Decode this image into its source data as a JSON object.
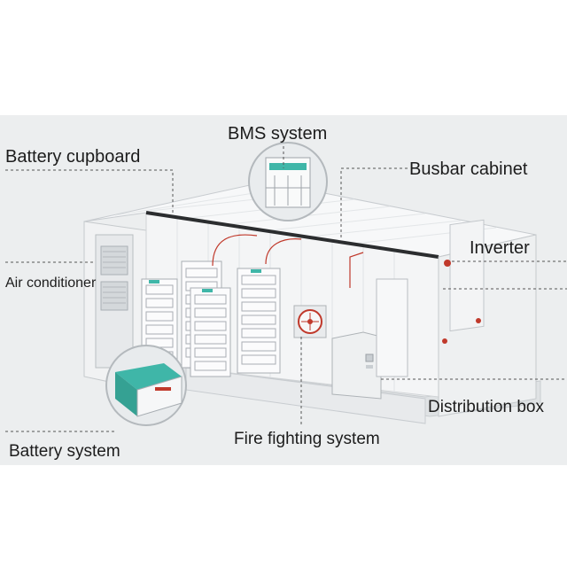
{
  "diagram": {
    "labels": {
      "bms": "BMS  system",
      "cupboard": "Battery cupboard",
      "busbar": "Busbar cabinet",
      "inverter": "Inverter",
      "air": "Air conditioner",
      "distribution": "Distribution box",
      "fire": "Fire fighting system",
      "battery": "Battery system"
    },
    "colors": {
      "band": "#eceeef",
      "container": "#f5f6f7",
      "roof_edge": "#2b2d2f",
      "accent_teal": "#3fb6a8",
      "cable_red": "#c0392b",
      "leader": "#555555"
    },
    "icons": [
      "magnifier-bms-icon",
      "magnifier-battery-icon",
      "fan-icon"
    ]
  }
}
